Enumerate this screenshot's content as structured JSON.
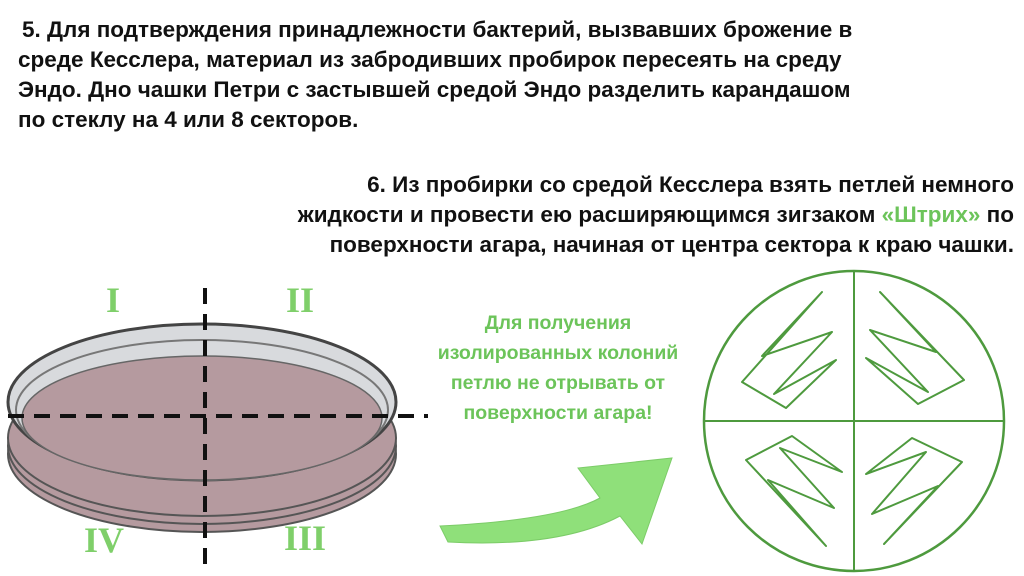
{
  "step5": {
    "lines": [
      "5. Для подтверждения принадлежности бактерий, вызвавших брожение в",
      "среде Кесслера, материал из забродивших пробирок пересеять на среду",
      "Эндо. Дно чашки Петри с застывшей средой Эндо разделить карандашом",
      "по стеклу на 4 или 8 секторов."
    ]
  },
  "step6": {
    "line1": "6. Из пробирки со средой Кесслера взять петлей немного",
    "line2_before": "жидкости и провести ею расширяющимся зигзаком ",
    "line2_highlight": "«Штрих»",
    "line2_after": " по",
    "line3": "поверхности агара, начиная от центра сектора к краю чашки."
  },
  "note": {
    "lines": [
      "Для получения",
      "изолированных колоний",
      "петлю не отрывать от",
      "поверхности агара!"
    ]
  },
  "sectors": [
    "I",
    "II",
    "III",
    "IV"
  ],
  "colors": {
    "accent_green": "#6cc45a",
    "roman_green": "#7fcf6a",
    "dish_fill": "#b59a9f",
    "dish_rim": "#555555",
    "arrow_green": "#8fe07a",
    "streak_green": "#4e9a3e"
  }
}
